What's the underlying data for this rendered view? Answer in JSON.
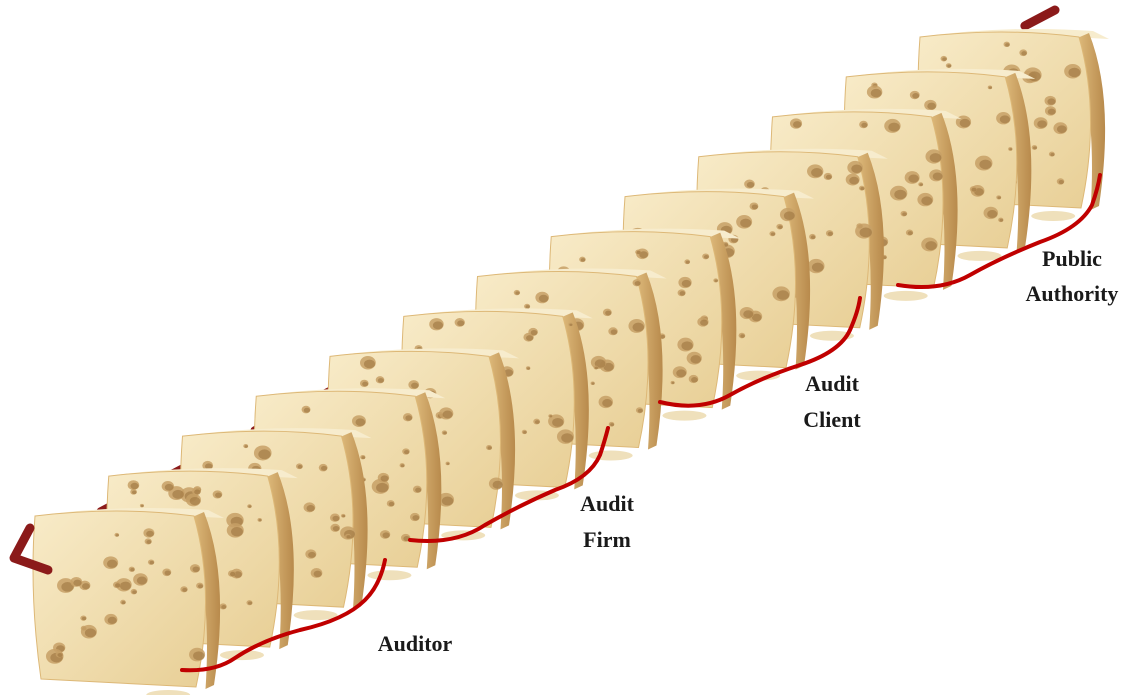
{
  "diagram": {
    "slice_count": 13,
    "groups": [
      {
        "id": "auditor",
        "label_lines": [
          "Auditor"
        ]
      },
      {
        "id": "audit-firm",
        "label_lines": [
          "Audit",
          "Firm"
        ]
      },
      {
        "id": "audit-client",
        "label_lines": [
          "Audit",
          "Client"
        ]
      },
      {
        "id": "public-authority",
        "label_lines": [
          "Public",
          "Authority"
        ]
      }
    ],
    "colors": {
      "cheese_face": "#f1dcae",
      "cheese_edge": "#ddb877",
      "cheese_top": "#f7eccd",
      "hole": "#c7a066",
      "arrow": "#8b1a1a",
      "brace": "#c00000",
      "label": "#1a1a1a"
    }
  }
}
